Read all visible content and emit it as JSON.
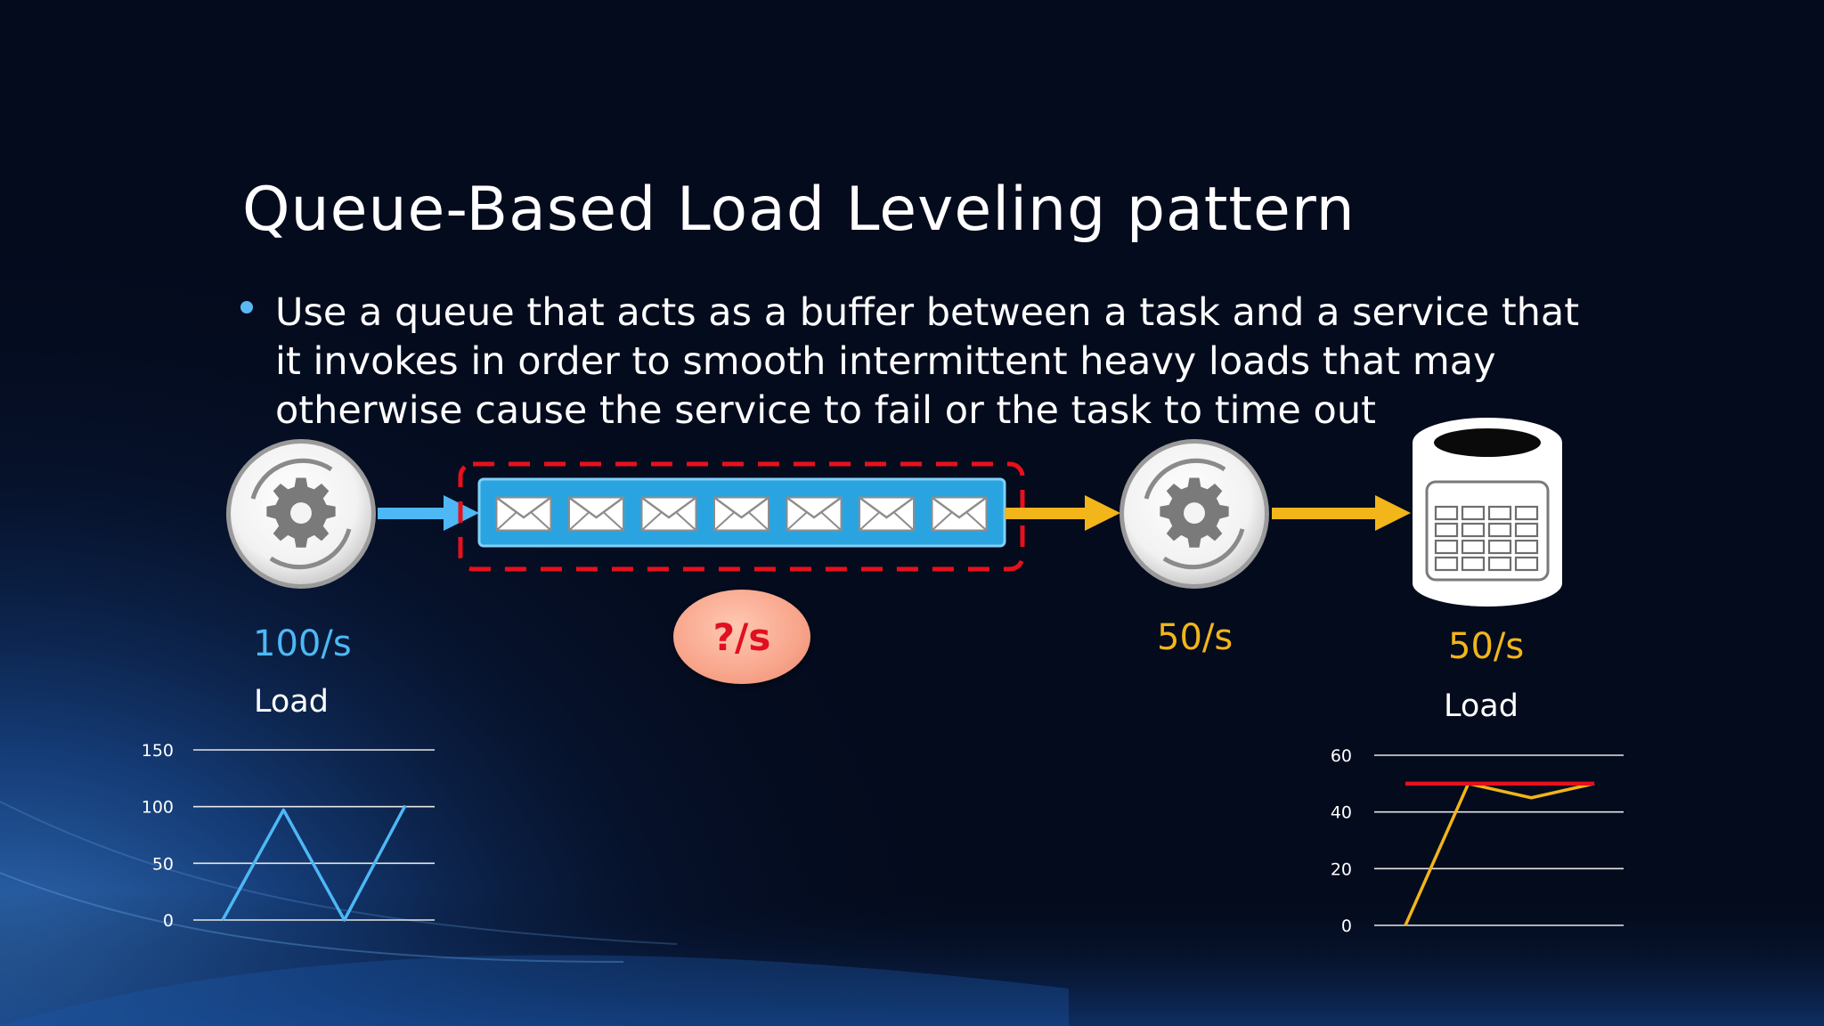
{
  "slide": {
    "title": "Queue-Based Load Leveling pattern",
    "bullet": "Use a queue that acts as a buffer between a task and a service that it invokes in order to smooth intermittent heavy loads that may otherwise cause the service to fail or the task to time out"
  },
  "diagram": {
    "task_rate": "100/s",
    "task_load_label": "Load",
    "queue_rate": "?/s",
    "service_rate": "50/s",
    "storage_rate": "50/s",
    "storage_load_label": "Load",
    "message_count": 7,
    "icons": [
      "gear-icon",
      "envelope-icon",
      "database-icon"
    ],
    "colors": {
      "blue": "#4db8f5",
      "gold": "#f2b51a",
      "red": "#e8101c"
    }
  },
  "chart_data": [
    {
      "type": "line",
      "title": "",
      "yticks": [
        0,
        50,
        100,
        150
      ],
      "ylim": [
        0,
        150
      ],
      "x": [
        0,
        1,
        2,
        3
      ],
      "series": [
        {
          "values": [
            0,
            97,
            0,
            101
          ]
        }
      ]
    },
    {
      "type": "line",
      "title": "",
      "yticks": [
        0,
        20,
        40,
        60
      ],
      "ylim": [
        0,
        60
      ],
      "x": [
        0,
        1,
        2,
        3
      ],
      "series": [
        {
          "values": [
            0,
            50,
            45,
            50
          ]
        },
        {
          "values": [
            50,
            50,
            50,
            50
          ]
        }
      ]
    }
  ]
}
